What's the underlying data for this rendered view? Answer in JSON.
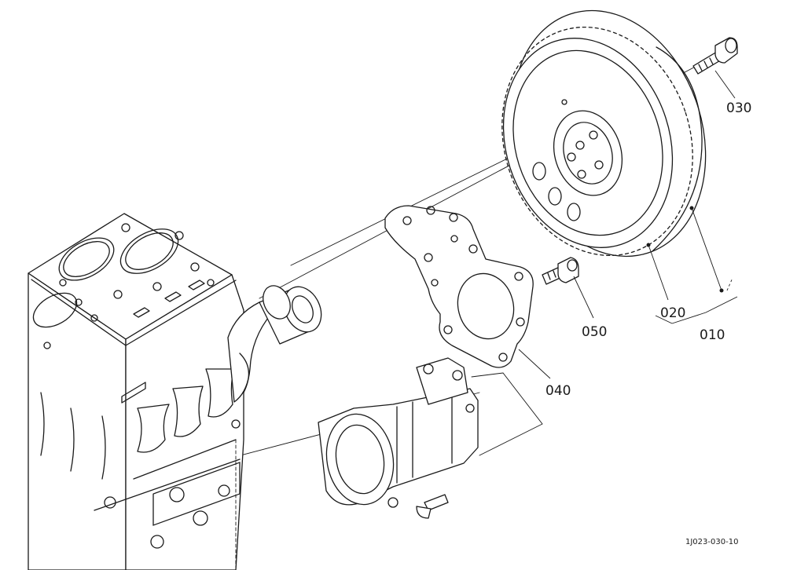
{
  "diagram": {
    "callouts": [
      {
        "id": "c010",
        "label": "010"
      },
      {
        "id": "c020",
        "label": "020"
      },
      {
        "id": "c030",
        "label": "030"
      },
      {
        "id": "c040",
        "label": "040"
      },
      {
        "id": "c050",
        "label": "050"
      }
    ],
    "figure_id": "1J023-030-10"
  }
}
